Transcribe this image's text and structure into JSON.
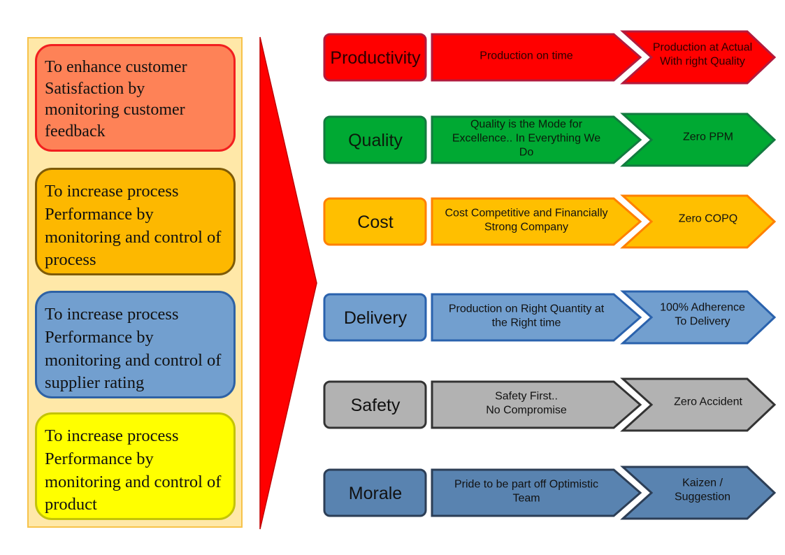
{
  "goals": [
    {
      "lines": [
        "To enhance customer",
        "Satisfaction by",
        "monitoring customer",
        "feedback"
      ],
      "fill": "#fe8257",
      "stroke": "#f21f1f"
    },
    {
      "lines": [
        "To increase process",
        "Performance by",
        "monitoring and control of",
        "process"
      ],
      "fill": "#fdb800",
      "stroke": "#7f5b07"
    },
    {
      "lines": [
        "To increase process",
        "Performance by",
        "monitoring and control of",
        "supplier rating"
      ],
      "fill": "#729fcf",
      "stroke": "#2e62a5"
    },
    {
      "lines": [
        "To increase process",
        "Performance by",
        "monitoring and control of",
        "product"
      ],
      "fill": "#ffff00",
      "stroke": "#c4c407"
    }
  ],
  "rows": [
    {
      "label": "Productivity",
      "vision": [
        "Production on time"
      ],
      "target": [
        "Production at Actual",
        "With right Quality"
      ],
      "fill": "#ff0000",
      "stroke": "#b31a3c",
      "text": "#2a0000"
    },
    {
      "label": "Quality",
      "vision": [
        "Quality is the Mode for",
        "Excellence.. In Everything We",
        "Do"
      ],
      "target": [
        "Zero PPM"
      ],
      "fill": "#00a933",
      "stroke": "#127b3f",
      "text": "#0b1a0b"
    },
    {
      "label": "Cost",
      "vision": [
        "Cost Competitive and Financially",
        "Strong Company"
      ],
      "target": [
        "Zero COPQ"
      ],
      "fill": "#ffbf00",
      "stroke": "#ff8000",
      "text": "#111111"
    },
    {
      "label": "Delivery",
      "vision": [
        "Production on Right Quantity at",
        "the Right time"
      ],
      "target": [
        "100% Adherence",
        "To Delivery"
      ],
      "fill": "#729fcf",
      "stroke": "#2a62ad",
      "text": "#111111"
    },
    {
      "label": "Safety",
      "vision": [
        "Safety First..",
        "No Compromise"
      ],
      "target": [
        "Zero Accident"
      ],
      "fill": "#b2b2b2",
      "stroke": "#333333",
      "text": "#111111"
    },
    {
      "label": "Morale",
      "vision": [
        "Pride to be part off Optimistic",
        "Team"
      ],
      "target": [
        "Kaizen /",
        "Suggestion"
      ],
      "fill": "#5983b0",
      "stroke": "#2c3e56",
      "text": "#111111"
    }
  ],
  "arrow": {
    "fill": "#ff0000",
    "stroke": "#c00000"
  }
}
